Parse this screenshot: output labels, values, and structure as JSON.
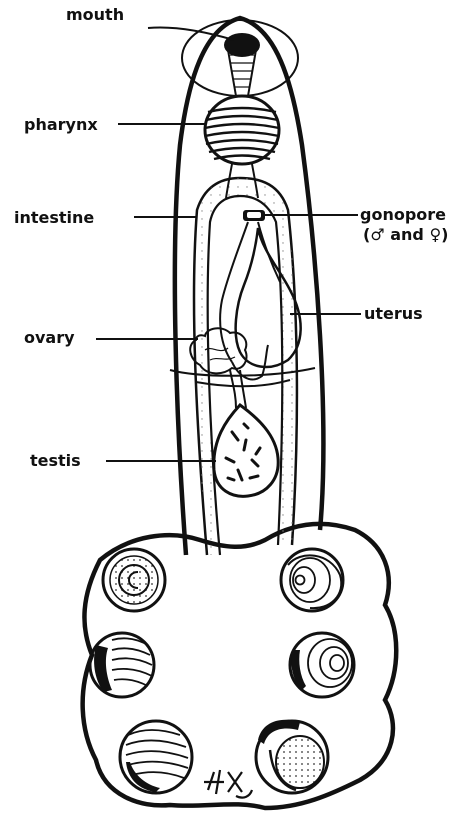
{
  "labels": {
    "mouth": "mouth",
    "pharynx": "pharynx",
    "intestine": "intestine",
    "ovary": "ovary",
    "testis": "testis",
    "gonopore": "gonopore",
    "gonopore_note": "(♂ and ♀)",
    "uterus": "uterus"
  },
  "signature": "HX",
  "colors": {
    "ink": "#111111",
    "paper": "#ffffff",
    "shade": "#e6e6e6"
  }
}
